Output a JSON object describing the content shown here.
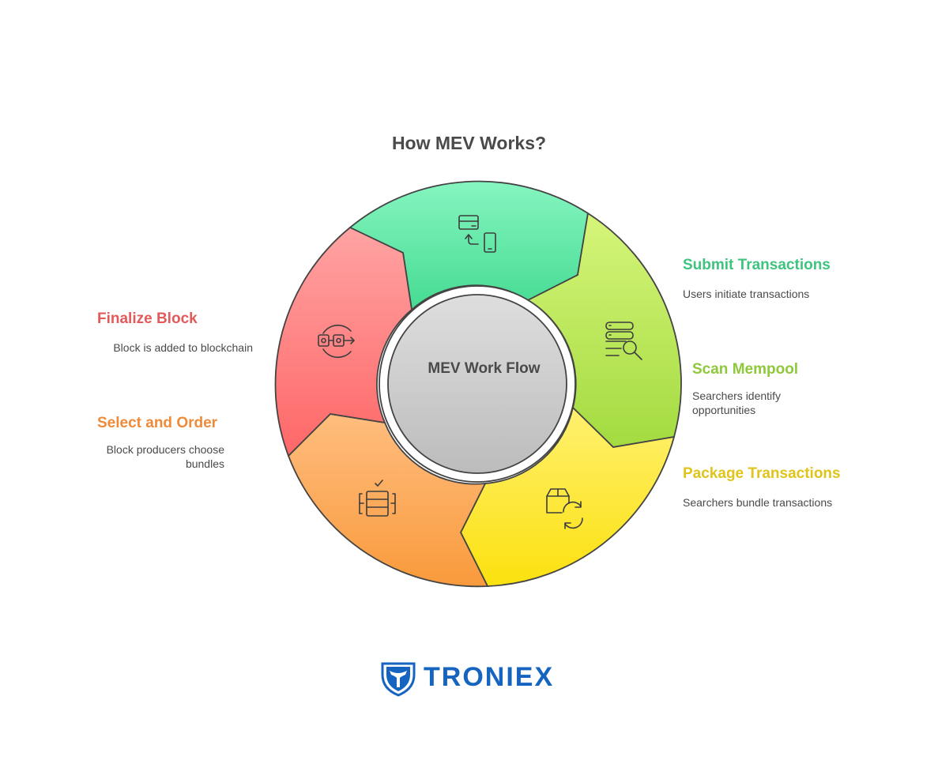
{
  "title": "How MEV Works?",
  "center_label": "MEV Work Flow",
  "steps": [
    {
      "title": "Submit Transactions",
      "desc": "Users initiate transactions",
      "color": "#3ec47e",
      "icon": "card-to-phone-icon"
    },
    {
      "title": "Scan Mempool",
      "desc": "Searchers identify opportunities",
      "color": "#8fc83a",
      "icon": "database-search-icon"
    },
    {
      "title": "Package Transactions",
      "desc": "Searchers bundle transactions",
      "color": "#e0c41a",
      "icon": "package-refresh-icon"
    },
    {
      "title": "Select and Order",
      "desc": "Block producers choose bundles",
      "color": "#ef8b38",
      "icon": "list-select-icon"
    },
    {
      "title": "Finalize Block",
      "desc": "Block is added to blockchain",
      "color": "#e35a5a",
      "icon": "block-link-icon"
    }
  ],
  "brand": {
    "name": "TRONIEX",
    "color": "#1565c0",
    "icon": "troniex-shield-logo"
  }
}
